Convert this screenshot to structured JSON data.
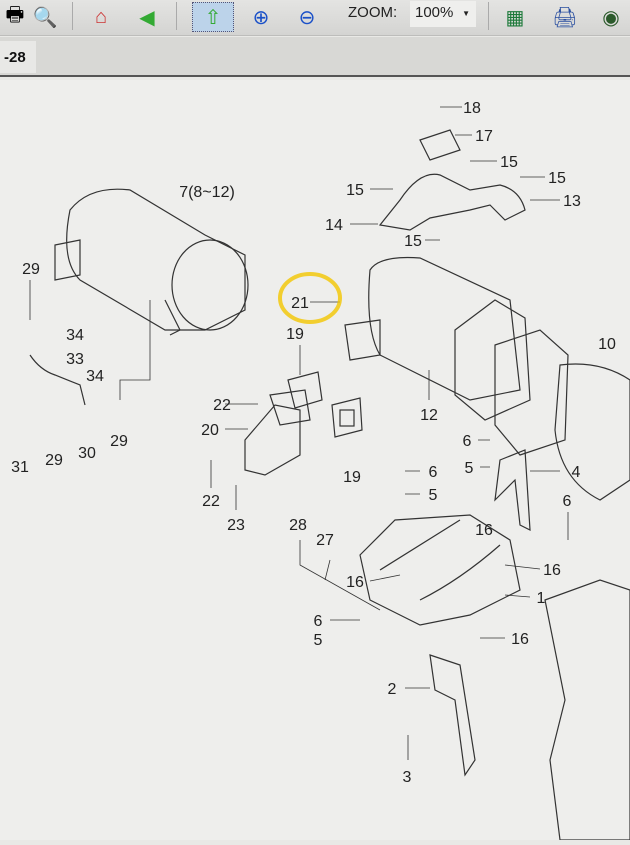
{
  "toolbar": {
    "zoom_label": "ZOOM:",
    "zoom_value": "100%",
    "icons": [
      "print-icon",
      "search-document-icon",
      "home-icon",
      "back-arrow-icon",
      "fit-page-icon",
      "zoom-in-icon",
      "zoom-out-icon",
      "export-excel-icon",
      "printer-icon",
      "logo-icon"
    ]
  },
  "tab": {
    "label": "-28"
  },
  "diagram": {
    "highlight_color": "#f2c500",
    "callouts": [
      "18",
      "17",
      "15",
      "15",
      "15",
      "13",
      "14",
      "15",
      "7(8~12)",
      "29",
      "21",
      "34",
      "19",
      "33",
      "34",
      "10",
      "22",
      "12",
      "20",
      "6",
      "5",
      "4",
      "6",
      "5",
      "19",
      "31",
      "29",
      "30",
      "29",
      "22",
      "23",
      "16",
      "6",
      "28",
      "27",
      "16",
      "16",
      "1",
      "6",
      "5",
      "16",
      "2",
      "3"
    ]
  }
}
